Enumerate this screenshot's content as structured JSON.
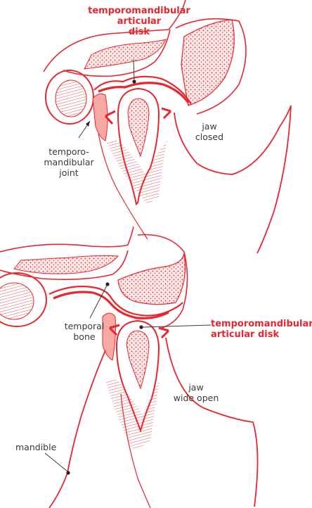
{
  "colors": {
    "accent": "#e8262e",
    "text": "#3a3a3a",
    "background": "#ffffff"
  },
  "top_view": {
    "disk_label": [
      "temporomandibular",
      "articular",
      "disk"
    ],
    "jaw_state": [
      "jaw",
      "closed"
    ],
    "joint_label": [
      "temporo-",
      "mandibular",
      "joint"
    ]
  },
  "bottom_view": {
    "bone_label": [
      "temporal",
      "bone"
    ],
    "disk_label": [
      "temporomandibular",
      "articular disk"
    ],
    "jaw_state": [
      "jaw",
      "wide open"
    ],
    "mandible_label": "mandible"
  }
}
